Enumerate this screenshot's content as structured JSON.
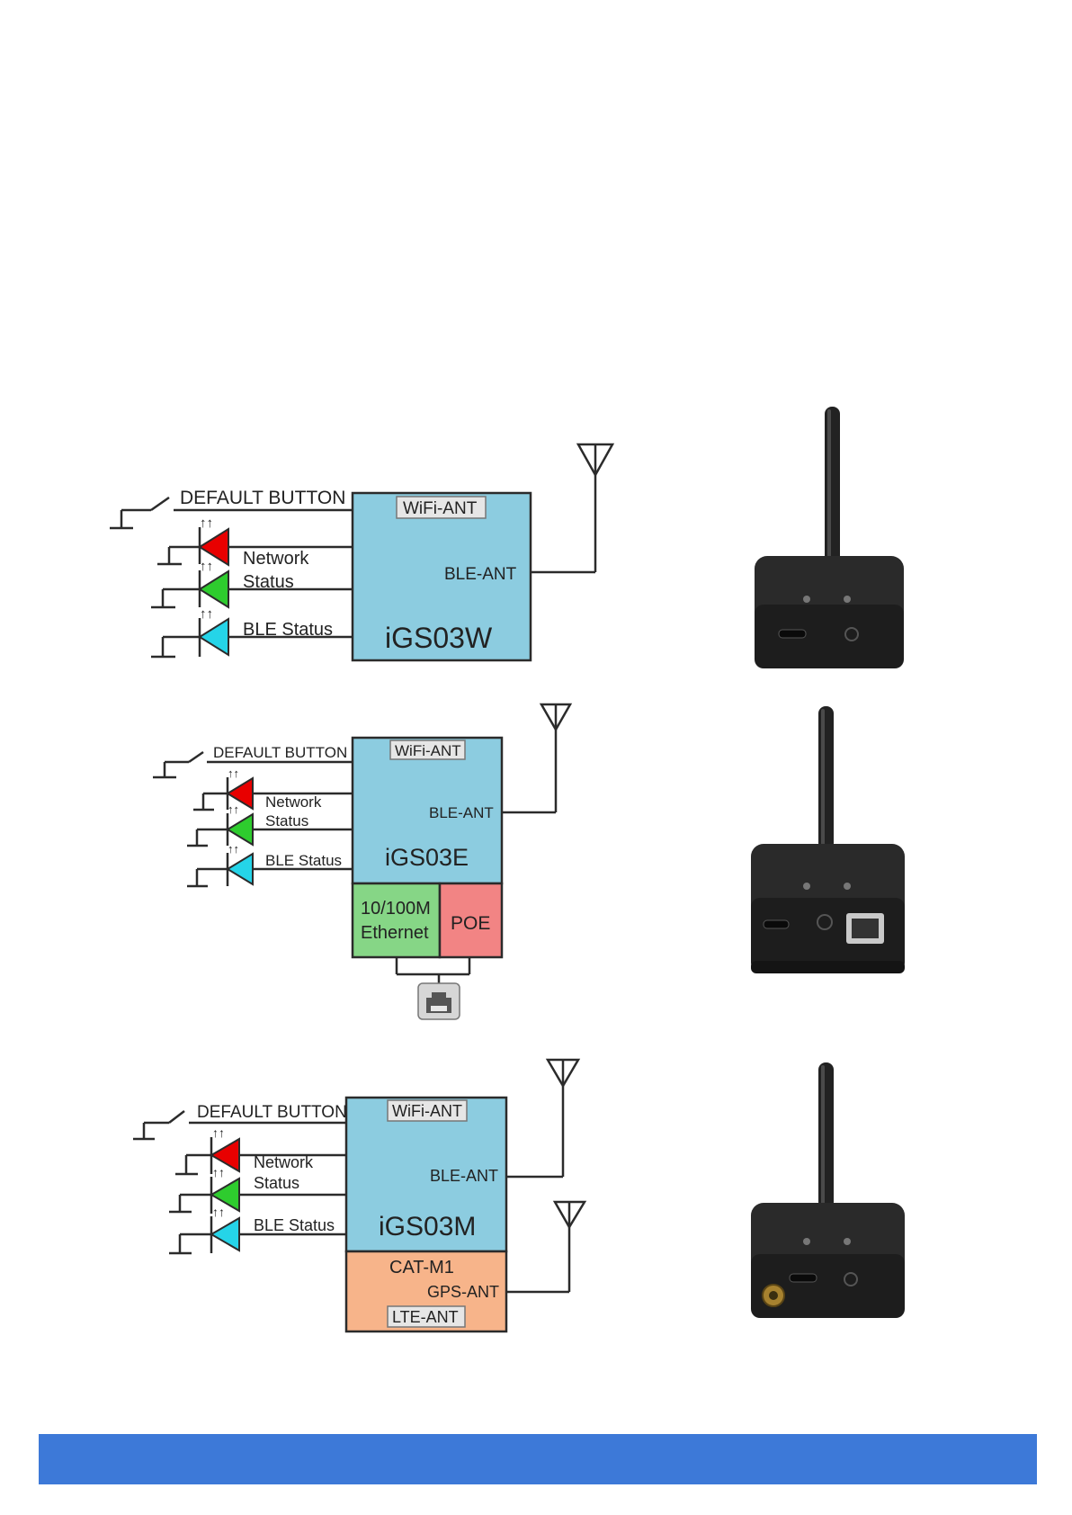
{
  "colors": {
    "module_blue": "#8ccce0",
    "ethernet_green": "#86d686",
    "poe_red": "#f28484",
    "catm1_orange": "#f7b48a",
    "led_network": "#e80000",
    "led_status": "#2ecc2e",
    "led_ble": "#25d4e8",
    "footer": "#3d79d8",
    "device_body": "#2a2a2a"
  },
  "diagrams": [
    {
      "model": "iGS03W",
      "default_button": "DEFAULT BUTTON",
      "wifi_ant": "WiFi-ANT",
      "ble_ant": "BLE-ANT",
      "network_line1": "Network",
      "network_line2": "Status",
      "ble_status": "BLE Status"
    },
    {
      "model": "iGS03E",
      "default_button": "DEFAULT BUTTON",
      "wifi_ant": "WiFi-ANT",
      "ble_ant": "BLE-ANT",
      "network_line1": "Network",
      "network_line2": "Status",
      "ble_status": "BLE Status",
      "ethernet_line1": "10/100M",
      "ethernet_line2": "Ethernet",
      "poe": "POE"
    },
    {
      "model": "iGS03M",
      "default_button": "DEFAULT BUTTON",
      "wifi_ant": "WiFi-ANT",
      "ble_ant": "BLE-ANT",
      "network_line1": "Network",
      "network_line2": "Status",
      "ble_status": "BLE Status",
      "cat_m1": "CAT-M1",
      "gps_ant": "GPS-ANT",
      "lte_ant": "LTE-ANT"
    }
  ]
}
